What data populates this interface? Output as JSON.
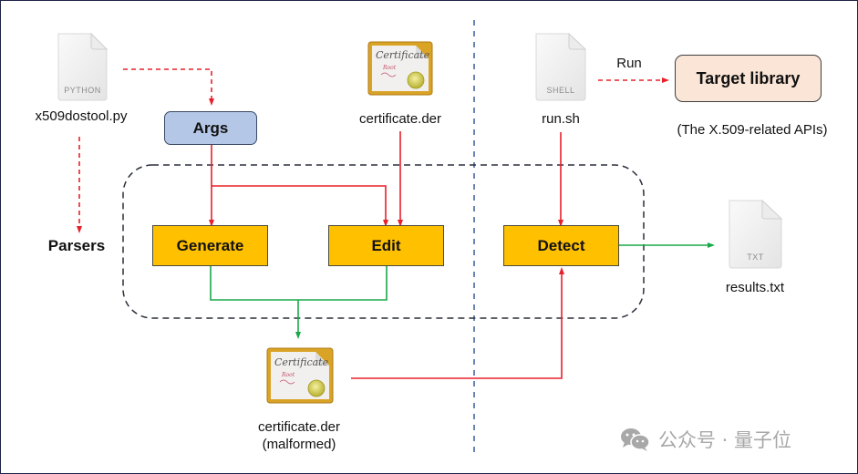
{
  "diagram": {
    "files": {
      "python_script": {
        "tag": "PYTHON",
        "name": "x509dostool.py"
      },
      "certificate": {
        "name": "certificate.der"
      },
      "shell_script": {
        "tag": "SHELL",
        "name": "run.sh"
      },
      "results": {
        "tag": "TXT",
        "name": "results.txt"
      },
      "malformed_certificate": {
        "name": "certificate.der",
        "note": "(malformed)"
      }
    },
    "cert_icon_text": {
      "title": "Certificate",
      "sub": "Root"
    },
    "nodes": {
      "args": "Args",
      "parsers": "Parsers",
      "generate": "Generate",
      "edit": "Edit",
      "detect": "Detect",
      "target_library": "Target library",
      "target_library_note": "(The X.509-related APIs)"
    },
    "edge_labels": {
      "run": "Run"
    },
    "colors": {
      "control_flow": "#e8202a",
      "output_flow": "#1aa84a",
      "process_box": "#ffc000",
      "args_box": "#b4c7e7",
      "target_box": "#fbe5d6",
      "separator": "#3a5a9a"
    }
  },
  "watermark": {
    "text": "公众号 · 量子位",
    "icon": "wechat-icon"
  }
}
